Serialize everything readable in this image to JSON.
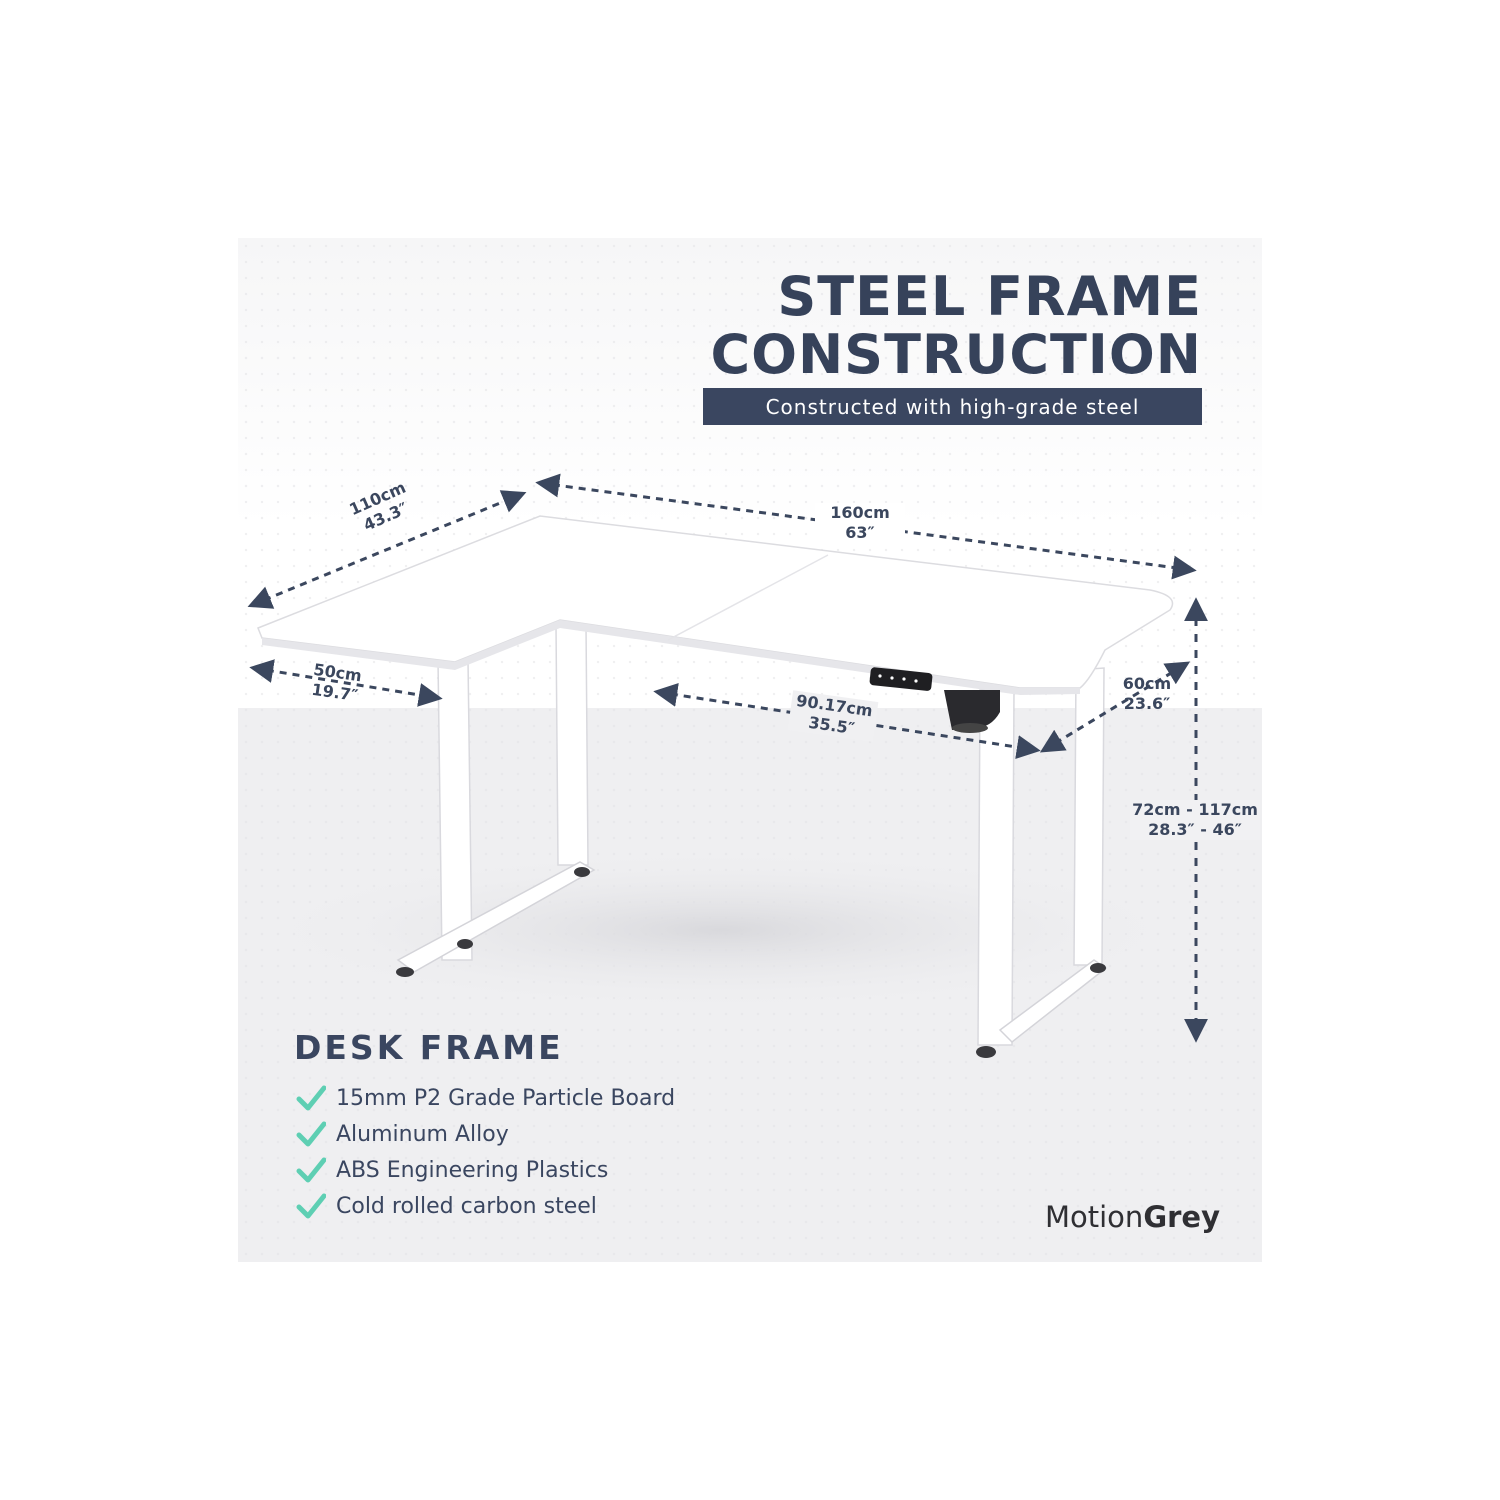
{
  "header": {
    "title_line1": "STEEL FRAME",
    "title_line2": "CONSTRUCTION",
    "subtitle": "Constructed with high-grade steel"
  },
  "dimensions": {
    "depth_long": {
      "metric": "110cm",
      "imperial": "43.3″"
    },
    "width": {
      "metric": "160cm",
      "imperial": "63″"
    },
    "return_depth": {
      "metric": "50cm",
      "imperial": "19.7″"
    },
    "inner_width": {
      "metric": "90.17cm",
      "imperial": "35.5″"
    },
    "side_depth": {
      "metric": "60cm",
      "imperial": "23.6″"
    },
    "height": {
      "metric": "72cm - 117cm",
      "imperial": "28.3″ - 46″"
    }
  },
  "desk_frame": {
    "heading": "DESK FRAME",
    "items": [
      {
        "label": "15mm P2 Grade Particle Board",
        "icon": "check-icon"
      },
      {
        "label": "Aluminum Alloy",
        "icon": "check-icon"
      },
      {
        "label": "ABS Engineering Plastics",
        "icon": "check-icon"
      },
      {
        "label": "Cold rolled carbon steel",
        "icon": "check-icon"
      }
    ]
  },
  "brand": {
    "light": "Motion",
    "bold": "Grey"
  },
  "colors": {
    "navy": "#3a4660",
    "check": "#5ecfb3",
    "panel": "#f2f2f3",
    "desk": "#ffffff"
  }
}
